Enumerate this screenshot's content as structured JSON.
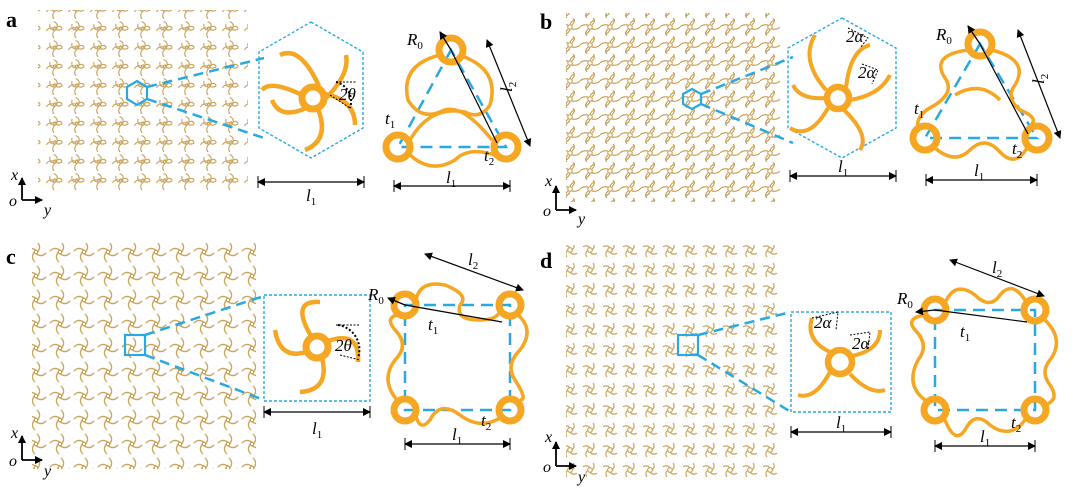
{
  "colors": {
    "ligament": "#F5A623",
    "lattice": "#C9A35A",
    "guide": "#29A9E1",
    "ink": "#000000"
  },
  "panels": [
    {
      "label": "a",
      "kind": "hexagonal",
      "cell_kind": "circular",
      "symbols": {
        "R": "R",
        "R_sub": "0",
        "l1": "l",
        "l1_sub": "1",
        "l2": "l",
        "l2_sub": "2",
        "t1": "t",
        "t1_sub": "1",
        "t2": "t",
        "t2_sub": "2",
        "angle": "2θ"
      },
      "axes": {
        "x": "x",
        "origin": "o",
        "y": "y"
      }
    },
    {
      "label": "b",
      "kind": "hexagonal",
      "cell_kind": "cusp",
      "symbols": {
        "R": "R",
        "R_sub": "0",
        "l1": "l",
        "l1_sub": "1",
        "l2": "l",
        "l2_sub": "2",
        "t1": "t",
        "t1_sub": "1",
        "t2": "t",
        "t2_sub": "2",
        "angle": "2α",
        "angle2": "2α"
      },
      "axes": {
        "x": "x",
        "origin": "o",
        "y": "y"
      }
    },
    {
      "label": "c",
      "kind": "square",
      "cell_kind": "circular",
      "symbols": {
        "R": "R",
        "R_sub": "0",
        "l1": "l",
        "l1_sub": "1",
        "l2": "l",
        "l2_sub": "2",
        "t1": "t",
        "t1_sub": "1",
        "t2": "t",
        "t2_sub": "2",
        "angle": "2θ"
      },
      "axes": {
        "x": "x",
        "origin": "o",
        "y": "y"
      }
    },
    {
      "label": "d",
      "kind": "square",
      "cell_kind": "cusp",
      "symbols": {
        "R": "R",
        "R_sub": "0",
        "l1": "l",
        "l1_sub": "1",
        "l2": "l",
        "l2_sub": "2",
        "t1": "t",
        "t1_sub": "1",
        "t2": "t",
        "t2_sub": "2",
        "angle": "2α",
        "angle2": "2α"
      },
      "axes": {
        "x": "x",
        "origin": "o",
        "y": "y"
      }
    }
  ]
}
